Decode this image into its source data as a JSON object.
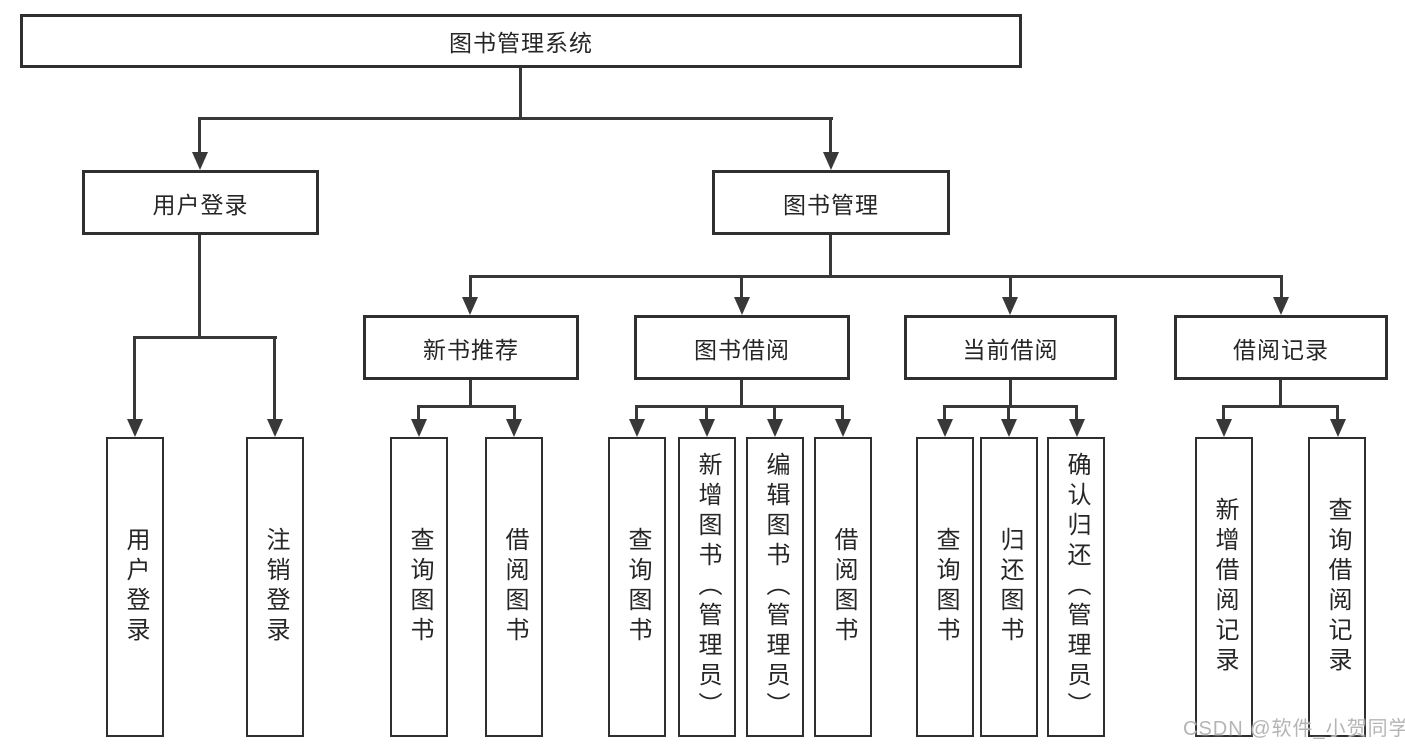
{
  "diagram": {
    "title": "图书管理系统",
    "root": {
      "label": "图书管理系统"
    },
    "level2": [
      {
        "label": "用户登录"
      },
      {
        "label": "图书管理"
      }
    ],
    "user_children": [
      "用户登录",
      "注销登录"
    ],
    "modules": [
      {
        "label": "新书推荐",
        "children": [
          "查询图书",
          "借阅图书"
        ]
      },
      {
        "label": "图书借阅",
        "children": [
          "查询图书",
          "新增图书（管理员）",
          "编辑图书（管理员）",
          "借阅图书"
        ]
      },
      {
        "label": "当前借阅",
        "children": [
          "查询图书",
          "归还图书",
          "确认归还（管理员）"
        ]
      },
      {
        "label": "借阅记录",
        "children": [
          "新增借阅记录",
          "查询借阅记录"
        ]
      }
    ]
  },
  "watermark": {
    "text": "CSDN @软件_小贺同学"
  },
  "colors": {
    "line": "#383838",
    "box_border": "#2f2f2f",
    "text": "#262626",
    "watermark": "#b5b5b5",
    "background": "#ffffff"
  }
}
